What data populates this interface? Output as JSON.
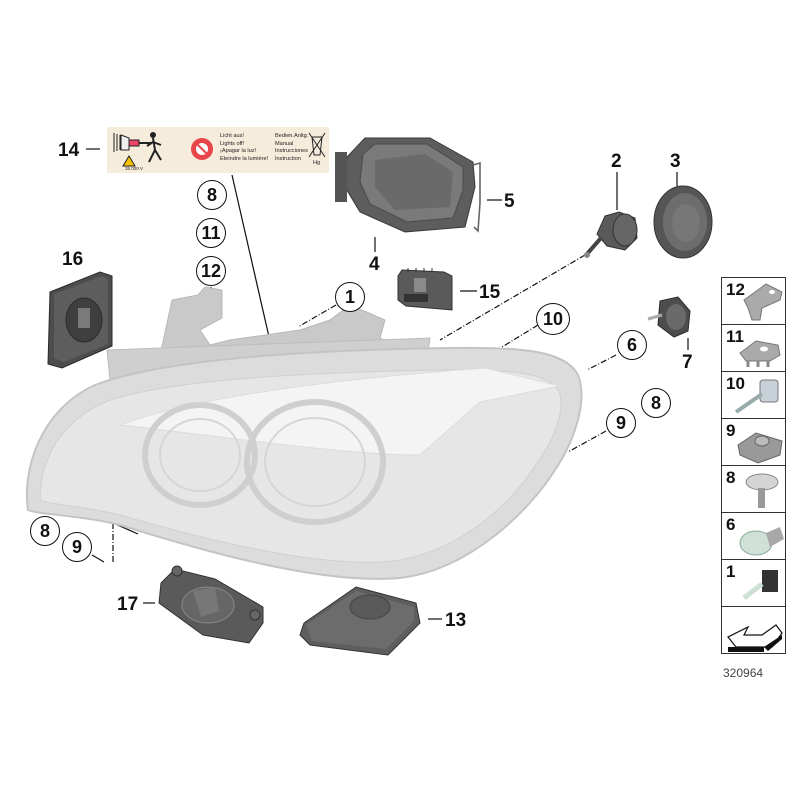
{
  "diagram": {
    "title": "Headlight assembly parts diagram",
    "catalog_number": "320964",
    "warning_label": {
      "voltage": "35 000 V",
      "lines_left": [
        "Licht aus!",
        "Lights off!",
        "¡Apagar la luz!",
        "Eteindre la lumière!"
      ],
      "lines_right": [
        "Bedien.Anltg.",
        "Manual",
        "Instrucciones",
        "Instruction"
      ],
      "disposal_mark": "Hg"
    },
    "callouts": [
      {
        "id": "1",
        "style": "circled"
      },
      {
        "id": "2",
        "style": "plain"
      },
      {
        "id": "3",
        "style": "plain"
      },
      {
        "id": "4",
        "style": "plain"
      },
      {
        "id": "5",
        "style": "plain"
      },
      {
        "id": "6",
        "style": "circled"
      },
      {
        "id": "7",
        "style": "plain"
      },
      {
        "id": "8",
        "style": "circled"
      },
      {
        "id": "9",
        "style": "circled"
      },
      {
        "id": "10",
        "style": "circled"
      },
      {
        "id": "11",
        "style": "circled"
      },
      {
        "id": "12",
        "style": "circled"
      },
      {
        "id": "13",
        "style": "plain"
      },
      {
        "id": "14",
        "style": "plain"
      },
      {
        "id": "15",
        "style": "plain"
      },
      {
        "id": "16",
        "style": "plain"
      },
      {
        "id": "17",
        "style": "plain"
      }
    ],
    "labels": {
      "c1": "1",
      "c2": "2",
      "c3": "3",
      "c4": "4",
      "c5": "5",
      "c6": "6",
      "c7": "7",
      "c8a": "8",
      "c8b": "8",
      "c8c": "8",
      "c9a": "9",
      "c9b": "9",
      "c10": "10",
      "c11": "11",
      "c12": "12",
      "c13": "13",
      "c14": "14",
      "c15": "15",
      "c16": "16",
      "c17": "17"
    },
    "parts": [
      {
        "id": "1",
        "name": "headlight bulb (H-type)"
      },
      {
        "id": "2",
        "name": "headlight adjuster motor"
      },
      {
        "id": "3",
        "name": "round cover cap"
      },
      {
        "id": "4",
        "name": "rear cover housing"
      },
      {
        "id": "5",
        "name": "retaining wire clip"
      },
      {
        "id": "6",
        "name": "indicator bulb"
      },
      {
        "id": "7",
        "name": "bulb socket"
      },
      {
        "id": "8",
        "name": "screw"
      },
      {
        "id": "9",
        "name": "clip nut"
      },
      {
        "id": "10",
        "name": "adjusting screw"
      },
      {
        "id": "11",
        "name": "repair bracket"
      },
      {
        "id": "12",
        "name": "mounting bracket"
      },
      {
        "id": "13",
        "name": "control unit (xenon ballast)"
      },
      {
        "id": "14",
        "name": "warning label"
      },
      {
        "id": "15",
        "name": "control module"
      },
      {
        "id": "16",
        "name": "igniter module"
      },
      {
        "id": "17",
        "name": "LED driver module"
      }
    ],
    "legend": [
      {
        "num": "12",
        "part": "mounting bracket"
      },
      {
        "num": "11",
        "part": "repair bracket"
      },
      {
        "num": "10",
        "part": "adjusting screw"
      },
      {
        "num": "9",
        "part": "clip nut"
      },
      {
        "num": "8",
        "part": "screw"
      },
      {
        "num": "6",
        "part": "bulb"
      },
      {
        "num": "1",
        "part": "H bulb"
      },
      {
        "num": "",
        "part": "direction arrow"
      }
    ]
  }
}
